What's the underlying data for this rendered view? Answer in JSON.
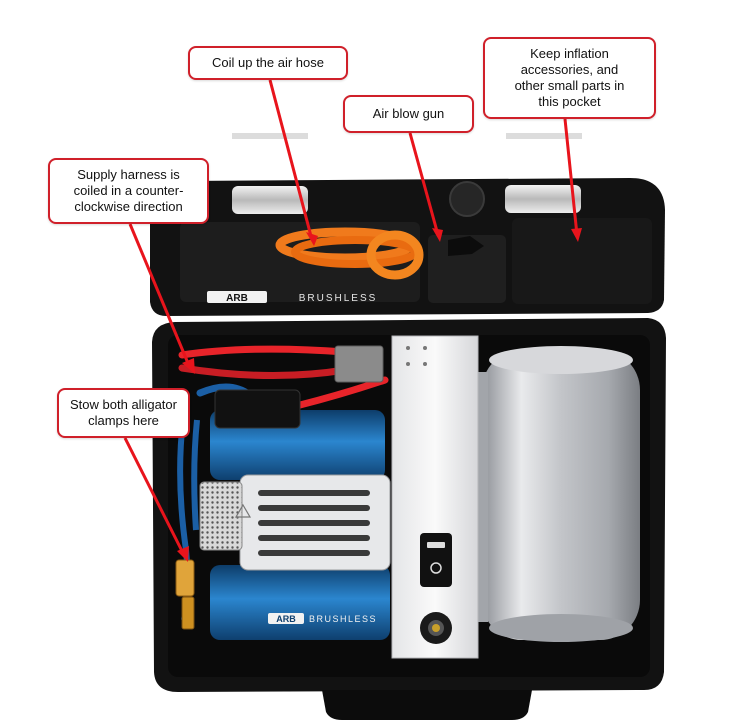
{
  "callouts": {
    "hose": "Coil up the air hose",
    "gun": "Air blow gun",
    "pocket": "Keep inflation\naccessories, and\nother small parts in\nthis pocket",
    "harness": "Supply harness is\ncoiled in a counter-\nclockwise direction",
    "clamps": "Stow both alligator\nclamps here"
  },
  "brand": {
    "logo": "ARB",
    "lid_label": "BRUSHLESS",
    "motor_label": "BRUSHLESS"
  },
  "colors": {
    "callout_border": "#d0202a",
    "arrow": "#e8141c",
    "case": "#141414",
    "motor_blue": "#1a6fb5",
    "hose_orange": "#f07a1c",
    "harness_red": "#e8242a",
    "tank_silver": "#c9cbcf"
  }
}
